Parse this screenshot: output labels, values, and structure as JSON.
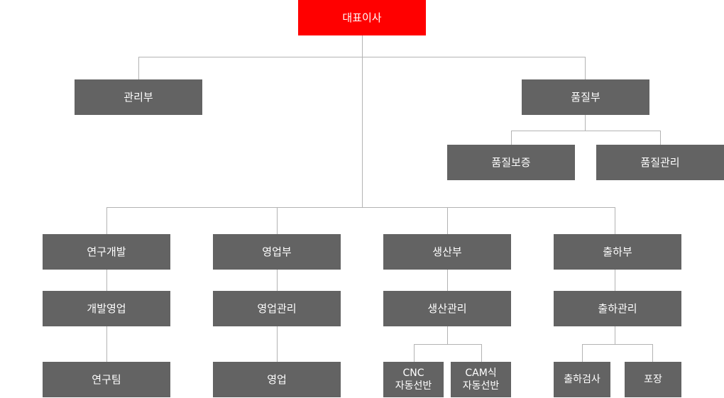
{
  "colors": {
    "ceo": "#ff0000",
    "box": "#636363",
    "text": "#ffffff",
    "line": "#b3b3b3"
  },
  "nodes": {
    "ceo": "대표이사",
    "admin": "관리부",
    "quality": "품질부",
    "quality_assurance": "품질보증",
    "quality_management": "품질관리",
    "rnd": "연구개발",
    "dev_sales": "개발영업",
    "research_team": "연구팀",
    "sales_dept": "영업부",
    "sales_management": "영업관리",
    "sales": "영업",
    "production_dept": "생산부",
    "production_management": "생산관리",
    "cnc_line1": "CNC",
    "cnc_line2": "자동선반",
    "cam_line1": "CAM식",
    "cam_line2": "자동선반",
    "shipping_dept": "출하부",
    "shipping_management": "출하관리",
    "shipping_inspection": "출하검사",
    "packaging": "포장"
  }
}
